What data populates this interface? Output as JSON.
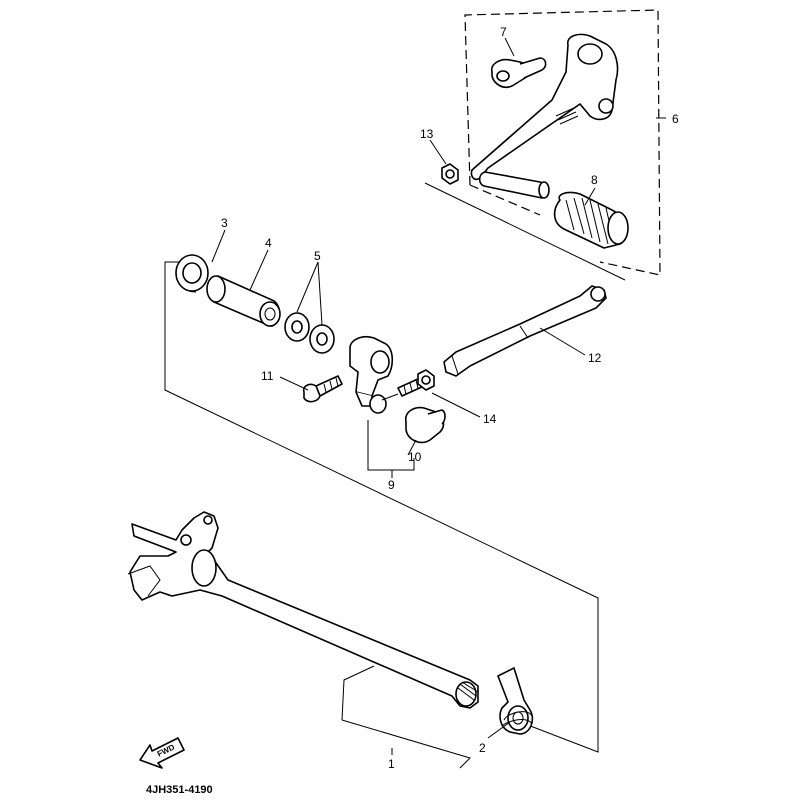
{
  "diagram": {
    "drawing_code": "4JH351-4190",
    "fwd_label": "FWD",
    "callouts": {
      "c1": "1",
      "c2": "2",
      "c3": "3",
      "c4": "4",
      "c5": "5",
      "c6": "6",
      "c7": "7",
      "c8": "8",
      "c9": "9",
      "c10": "10",
      "c11": "11",
      "c12": "12",
      "c13": "13",
      "c14": "14"
    }
  }
}
